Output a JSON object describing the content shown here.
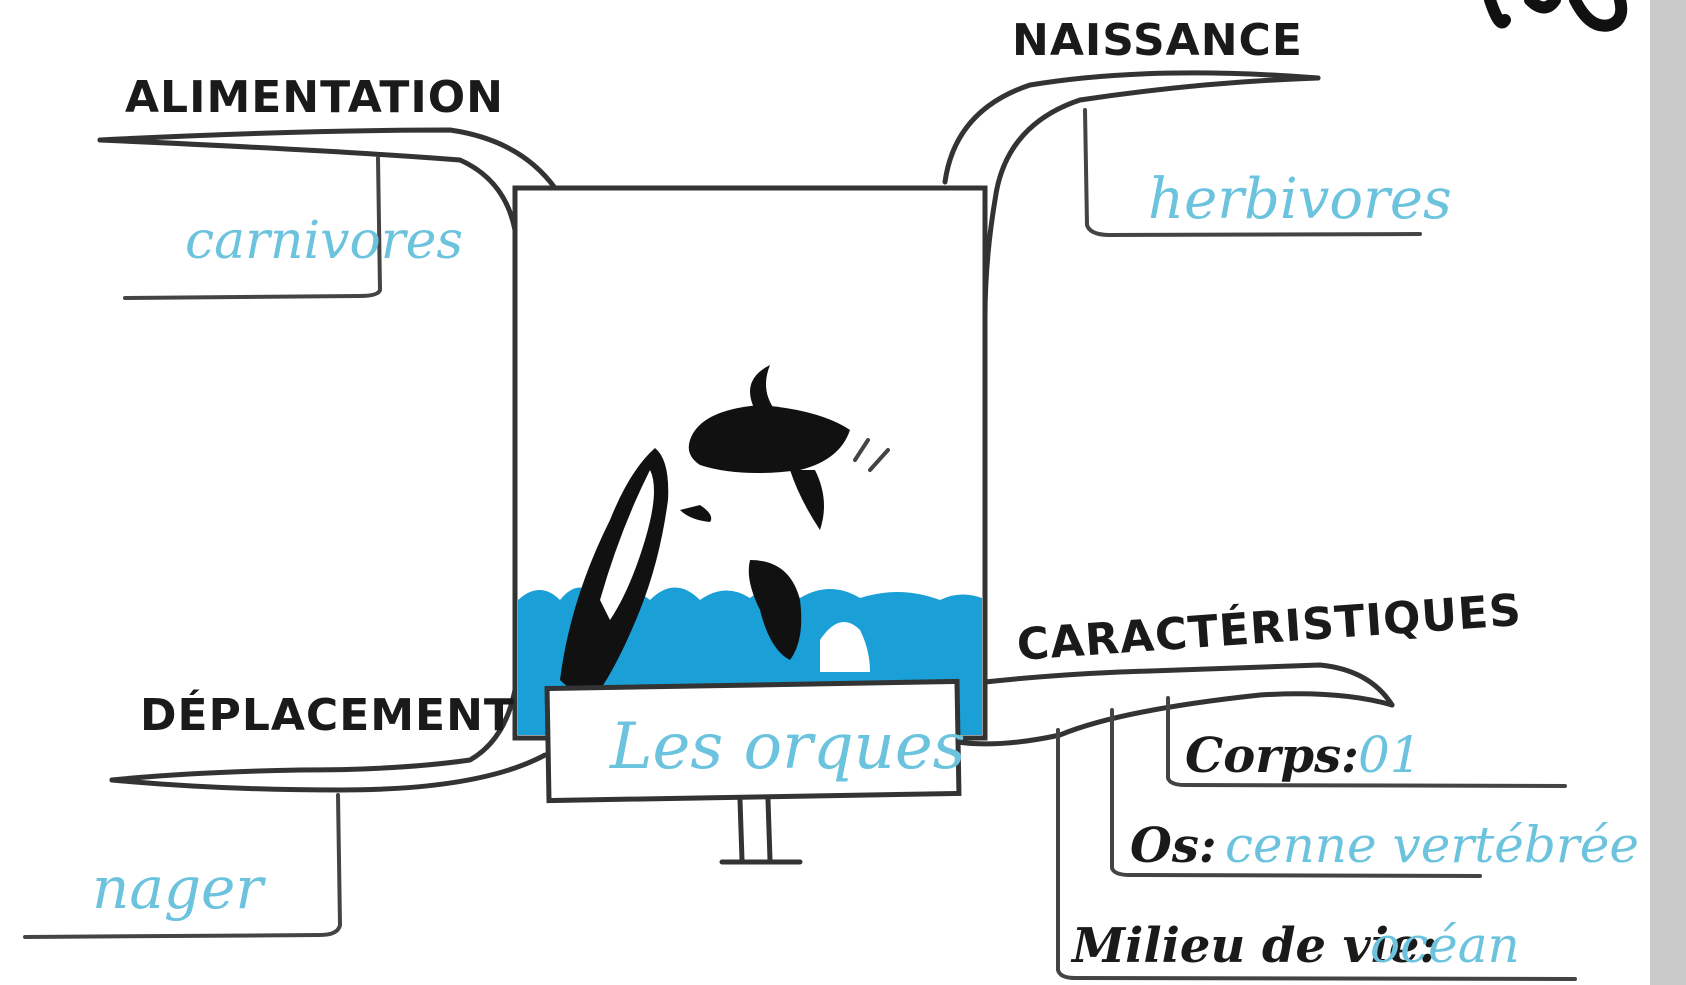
{
  "diagram": {
    "center_label": "Les orques",
    "branches": {
      "alimentation": {
        "heading": "ALIMENTATION",
        "answer": "carnivores"
      },
      "naissance": {
        "heading": "NAISSANCE",
        "answer": "herbivores"
      },
      "deplacement": {
        "heading": "DÉPLACEMENT",
        "answer": "nager"
      },
      "caracteristiques": {
        "heading": "CARACTÉRISTIQUES",
        "items": [
          {
            "label": "Corps:",
            "value": "01"
          },
          {
            "label": "Os:",
            "value": "cenne vertébrée"
          },
          {
            "label": "Milieu de vie:",
            "value": "océan"
          }
        ]
      }
    }
  },
  "colors": {
    "ink": "#1a1a1a",
    "handwriting": "#6cc3dd",
    "water": "#1a9fd6"
  }
}
